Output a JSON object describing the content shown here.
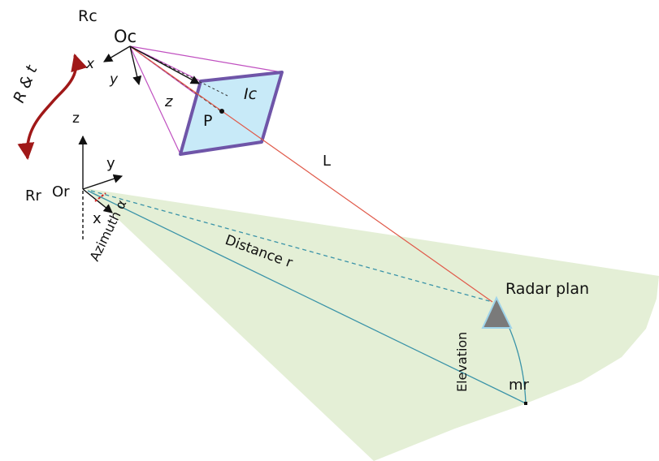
{
  "labels": {
    "rc": "Rc",
    "oc": "Oc",
    "cam_x": "x",
    "cam_y": "y",
    "cam_z": "z",
    "image_plane": "Ic",
    "point_p": "P",
    "line_l": "L",
    "transform": "R & t",
    "radar_z": "z",
    "radar_y": "y",
    "radar_x": "x",
    "or": "Or",
    "rr": "Rr",
    "azimuth": "Azimuth α",
    "distance": "Distance r",
    "radar_plan": "Radar plan",
    "elevation": "Elevation",
    "mr": "mr"
  },
  "colors": {
    "sector_fill": "#e4efd6",
    "image_plane_fill": "#c8eaf8",
    "image_plane_border": "#6f55a8",
    "frustum": "#c050c0",
    "line_l": "#e05a4a",
    "distance_line": "#3a93a8",
    "transform_arrow": "#a01818",
    "radar_marker": "#7a7a7a",
    "radar_marker_border": "#9fd4ea"
  }
}
